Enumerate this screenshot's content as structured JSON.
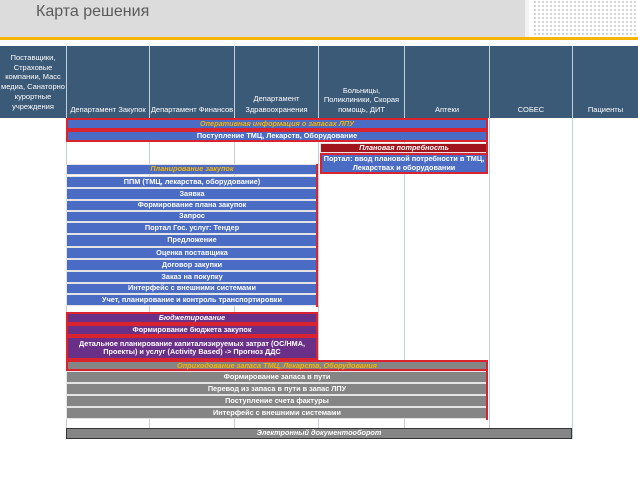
{
  "title": "Карта решения",
  "columns": [
    "Поставщики, Страховые компании, Масс медиа, Санаторно курортные учреждения",
    "Департамент Закупок",
    "Департамент Финансов",
    "Департамент Здравоохранения",
    "Больницы, Поликлиники, Скорая помощь, ДИТ",
    "Аптеки",
    "СОБЕС",
    "Пациенты"
  ],
  "top_rows": {
    "operational_info": "Оперативная информация о запасах ЛПУ",
    "receipt_tmc": "Поступление ТМЦ, Лекарств, Оборудование"
  },
  "planned_need": {
    "title": "Плановая потребность",
    "portal": "Портал: ввод плановой потребности в ТМЦ, Лекарствах и оборудовании"
  },
  "procurement": {
    "title": "Планирование закупок",
    "items": [
      "ППМ (ТМЦ, лекарства, оборудование)",
      "Заявка",
      "Формирование плана закупок",
      "Запрос",
      "Портал Гос. услуг: Тендер",
      "Предложение",
      "Оценка поставщика",
      "Договор закупки",
      "Заказ на покупку",
      "Интерфейс с внешними системами",
      "Учет, планирование и контроль транспортировки"
    ]
  },
  "budgeting": {
    "title": "Бюджетирование",
    "items": [
      "Формирование бюджета закупок",
      "Детальное планирование капитализируемых затрат (ОС/НМА, Проекты) и услуг (Activity Based) -> Прогноз ДДС"
    ]
  },
  "stock": {
    "title": "Оприходование запаса ТМЦ, Лекарств, Оборудования",
    "items": [
      "Формирование запаса в пути",
      "Перевод из запаса в пути в запас ЛПУ",
      "Поступление счета фактуры",
      "Интерфейс с внешними системами"
    ]
  },
  "edo": "Электронный документооборот"
}
